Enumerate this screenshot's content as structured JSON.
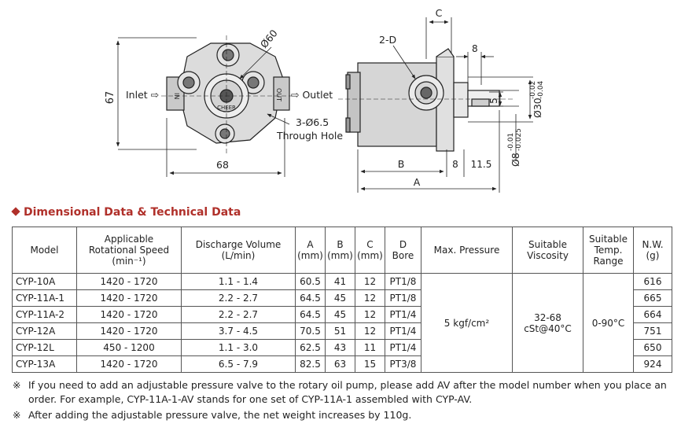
{
  "drawing": {
    "dim_height": "67",
    "label_inlet": "Inlet ⇨",
    "label_outlet": "⇨ Outlet",
    "label_in": "IN",
    "label_out": "OUT",
    "label_logo": "CHEER",
    "label_phi60": "Ø60",
    "label_hole": "3-Ø6.5",
    "label_hole2": "Through Hole",
    "dim_width": "68",
    "label_2d": "2-D",
    "dim_c": "C",
    "dim_8_top": "8",
    "dim_5": "5",
    "dim_phi30": "Ø30",
    "dim_phi30_tol_upper": "-0.02",
    "dim_phi30_tol_lower": "-0.04",
    "dim_phi8": "Ø8",
    "dim_phi8_tol_upper": "-0.01",
    "dim_phi8_tol_lower": "-0.025",
    "dim_b": "B",
    "dim_8_bottom": "8",
    "dim_11_5": "11.5",
    "dim_a": "A"
  },
  "section_title": "Dimensional Data & Technical Data",
  "table": {
    "headers": {
      "model": "Model",
      "speed_l1": "Applicable",
      "speed_l2": "Rotational Speed",
      "speed_l3": "(min⁻¹)",
      "discharge_l1": "Discharge Volume",
      "discharge_l2": "(L/min)",
      "a_l1": "A",
      "a_l2": "(mm)",
      "b_l1": "B",
      "b_l2": "(mm)",
      "c_l1": "C",
      "c_l2": "(mm)",
      "d_l1": "D",
      "d_l2": "Bore",
      "pressure": "Max. Pressure",
      "viscosity_l1": "Suitable",
      "viscosity_l2": "Viscosity",
      "temp_l1": "Suitable",
      "temp_l2": "Temp.",
      "temp_l3": "Range",
      "nw_l1": "N.W.",
      "nw_l2": "(g)"
    },
    "rows": [
      {
        "model": "CYP-10A",
        "speed": "1420 - 1720",
        "discharge": "1.1 - 1.4",
        "a": "60.5",
        "b": "41",
        "c": "12",
        "d": "PT1/8",
        "nw": "616"
      },
      {
        "model": "CYP-11A-1",
        "speed": "1420 - 1720",
        "discharge": "2.2 - 2.7",
        "a": "64.5",
        "b": "45",
        "c": "12",
        "d": "PT1/8",
        "nw": "665"
      },
      {
        "model": "CYP-11A-2",
        "speed": "1420 - 1720",
        "discharge": "2.2 - 2.7",
        "a": "64.5",
        "b": "45",
        "c": "12",
        "d": "PT1/4",
        "nw": "664"
      },
      {
        "model": "CYP-12A",
        "speed": "1420 - 1720",
        "discharge": "3.7 - 4.5",
        "a": "70.5",
        "b": "51",
        "c": "12",
        "d": "PT1/4",
        "nw": "751"
      },
      {
        "model": "CYP-12L",
        "speed": "450 - 1200",
        "discharge": "1.1 - 3.0",
        "a": "62.5",
        "b": "43",
        "c": "11",
        "d": "PT1/4",
        "nw": "650"
      },
      {
        "model": "CYP-13A",
        "speed": "1420 - 1720",
        "discharge": "6.5 - 7.9",
        "a": "82.5",
        "b": "63",
        "c": "15",
        "d": "PT3/8",
        "nw": "924"
      }
    ],
    "shared": {
      "pressure": "5 kgf/cm²",
      "viscosity_l1": "32-68",
      "viscosity_l2": "cSt@40°C",
      "temp": "0-90°C"
    }
  },
  "notes": [
    {
      "mark": "※",
      "text": "If you need to add an adjustable pressure valve to the rotary oil pump, please add AV after the model number when you place an order. For example, CYP-11A-1-AV stands for one set of CYP-11A-1 assembled with CYP-AV."
    },
    {
      "mark": "※",
      "text": "After adding the adjustable pressure valve, the net weight increases by 110g."
    }
  ]
}
